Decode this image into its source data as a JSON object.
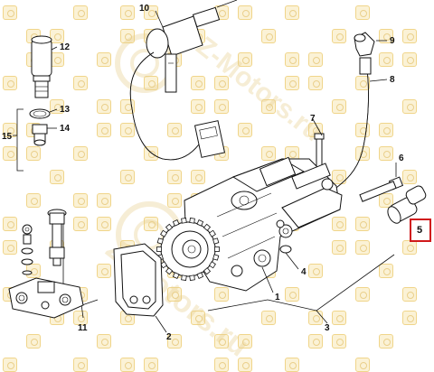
{
  "diagram": {
    "callouts": [
      "1",
      "2",
      "3",
      "4",
      "5",
      "6",
      "7",
      "8",
      "9",
      "10",
      "11",
      "12",
      "13",
      "14",
      "15"
    ],
    "highlighted_callout": "5",
    "watermark": "Z-Motors.ru",
    "highlight_color": "#d0191b",
    "watermark_color": "#e9d7b0"
  }
}
